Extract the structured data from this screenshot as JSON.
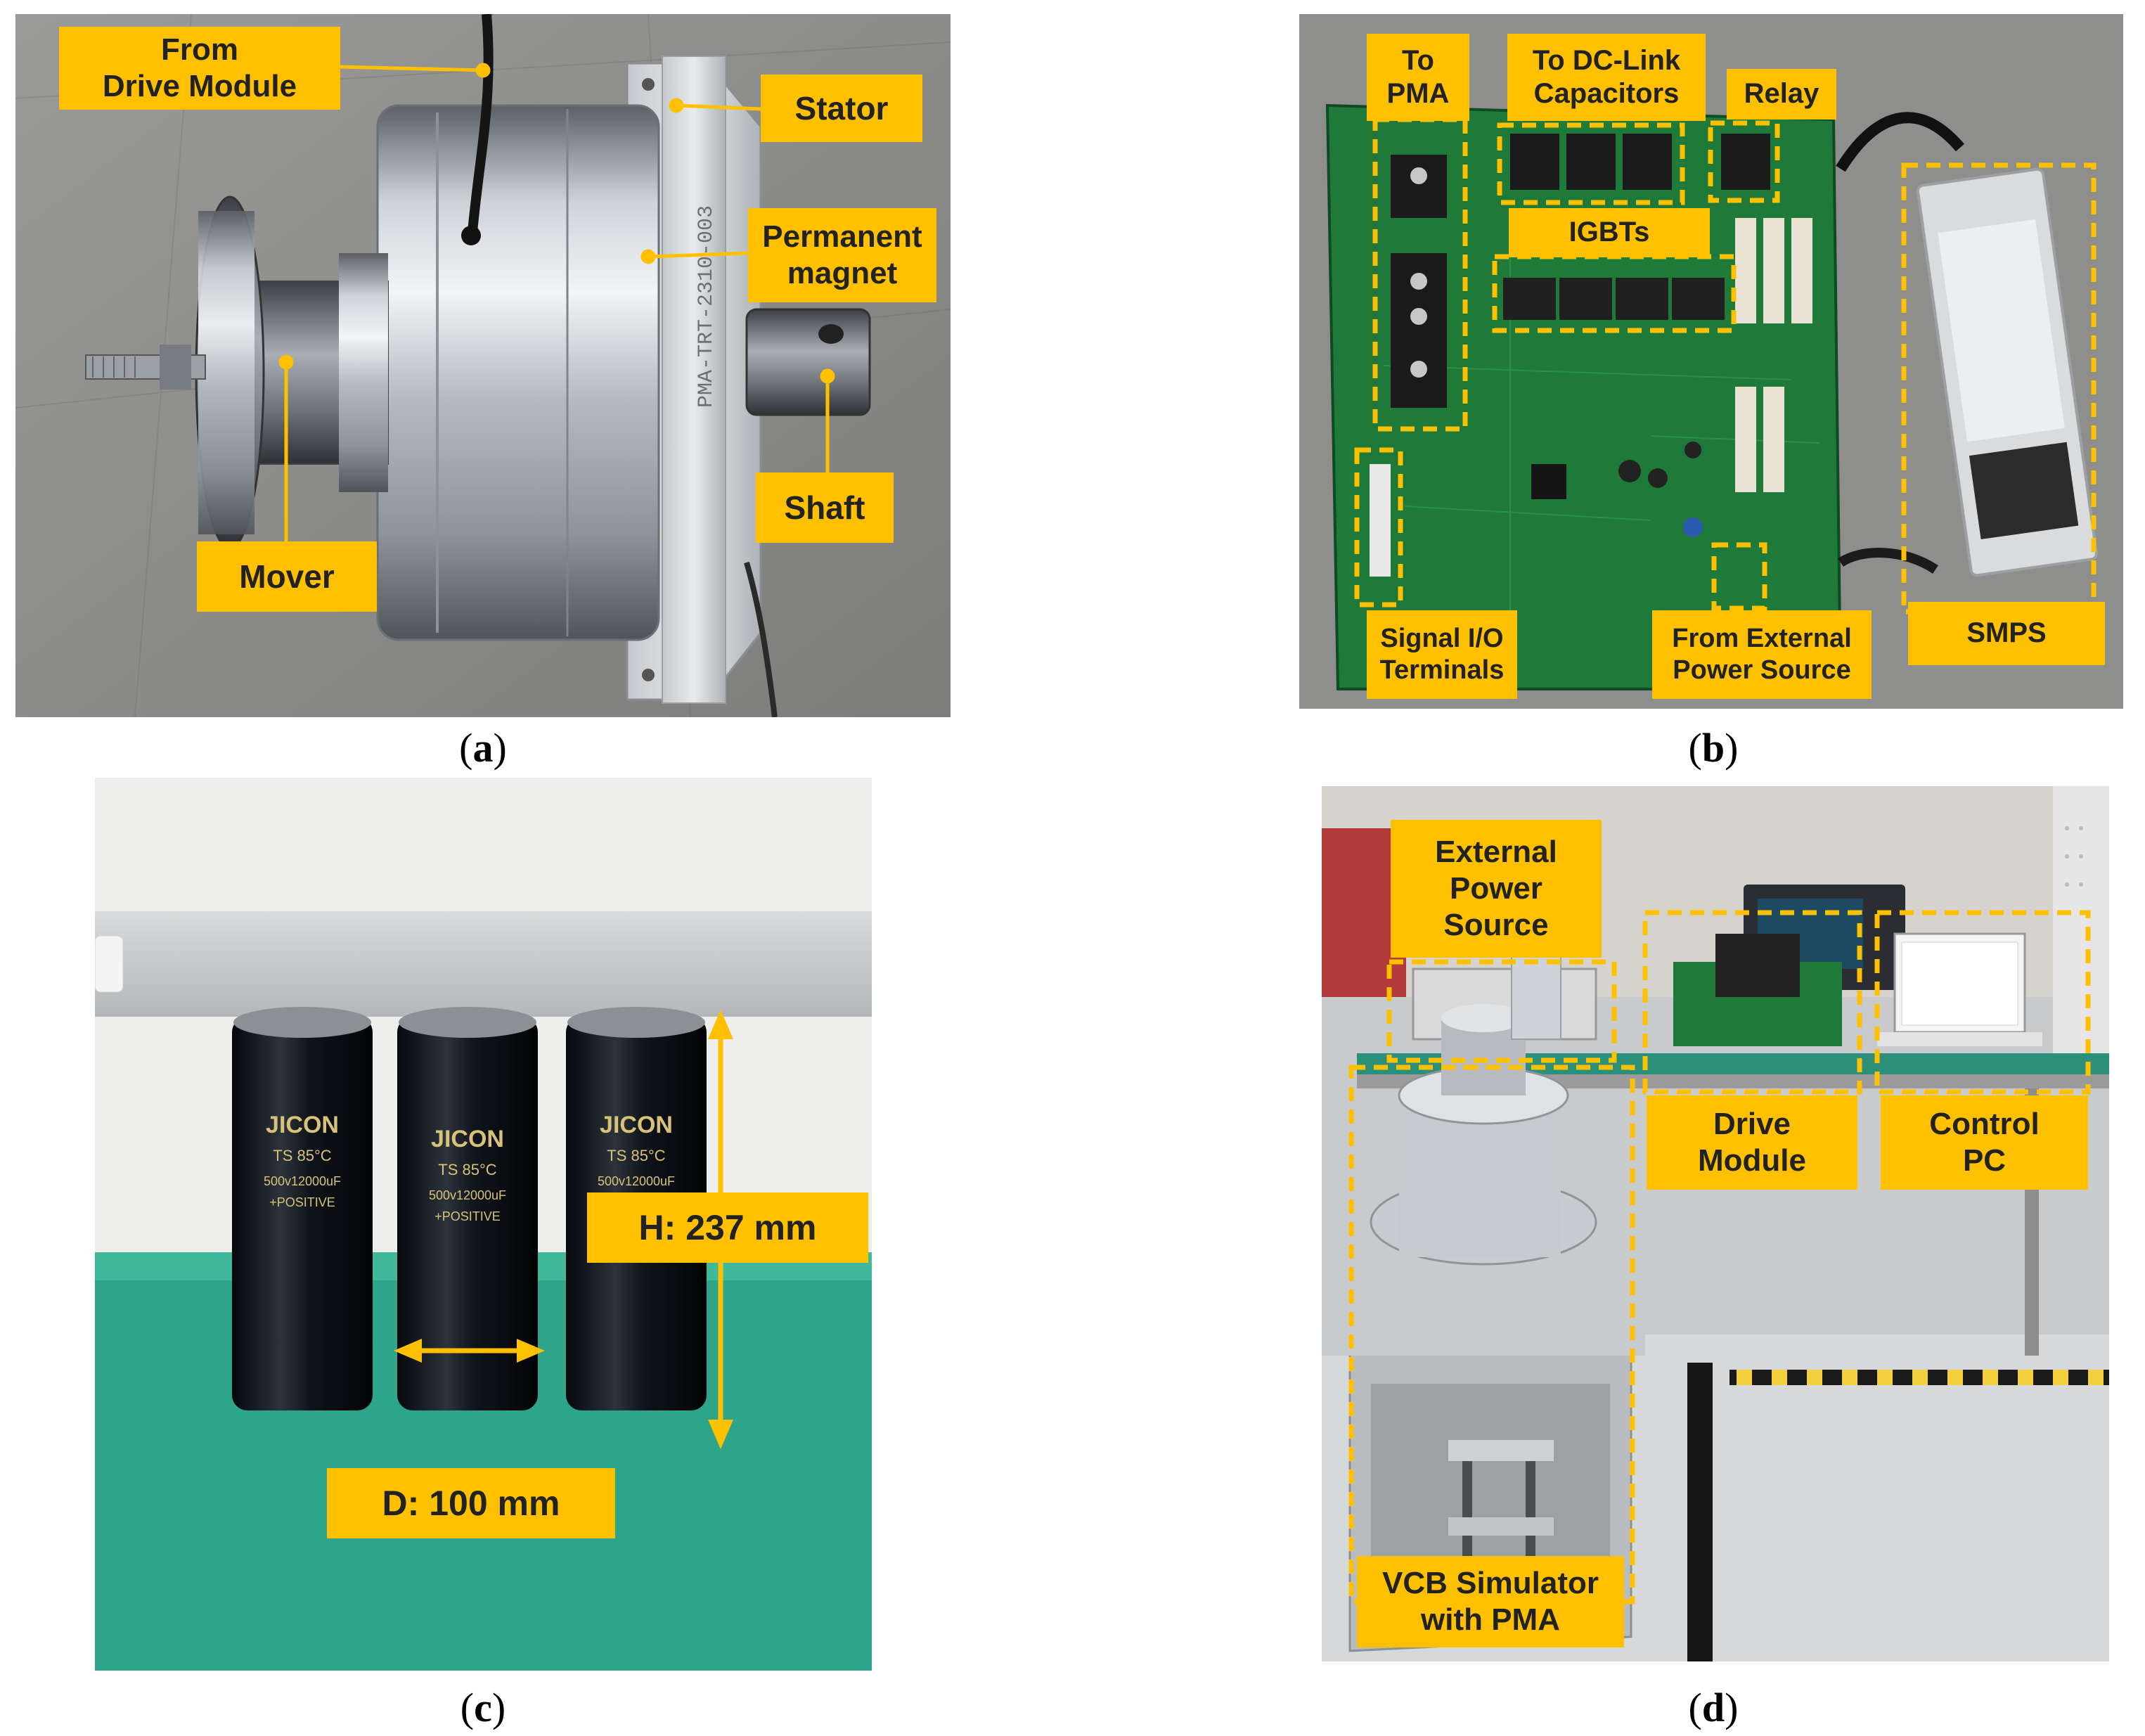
{
  "panels": {
    "a": {
      "caption": "a",
      "labels": {
        "from_drive_module": "From\nDrive Module",
        "stator": "Stator",
        "permanent_magnet": "Permanent\nmagnet",
        "shaft": "Shaft",
        "mover": "Mover"
      },
      "engraving": "PMA-TRT-2310-003"
    },
    "b": {
      "caption": "b",
      "labels": {
        "to_pma": "To\nPMA",
        "to_dc_link": "To DC-Link\nCapacitors",
        "relay": "Relay",
        "igbts": "IGBTs",
        "signal_io": "Signal I/O\nTerminals",
        "from_external": "From External\nPower Source",
        "smps": "SMPS"
      }
    },
    "c": {
      "caption": "c",
      "labels": {
        "height": "H: 237 mm",
        "diameter": "D: 100 mm"
      },
      "capacitor_text": {
        "brand": "JICON",
        "line1": "TS 85°C",
        "line2": "500v12000uF",
        "line3": "+POSITIVE"
      }
    },
    "d": {
      "caption": "d",
      "labels": {
        "external_power": "External\nPower\nSource",
        "drive_module": "Drive\nModule",
        "control_pc": "Control\nPC",
        "vcb_simulator": "VCB Simulator\nwith PMA"
      }
    }
  },
  "colors": {
    "label_bg": "#FFC000",
    "dashed_box": "#FFC000",
    "pcb_green": "#1f7a3a",
    "floor_green": "#2ea58a"
  }
}
